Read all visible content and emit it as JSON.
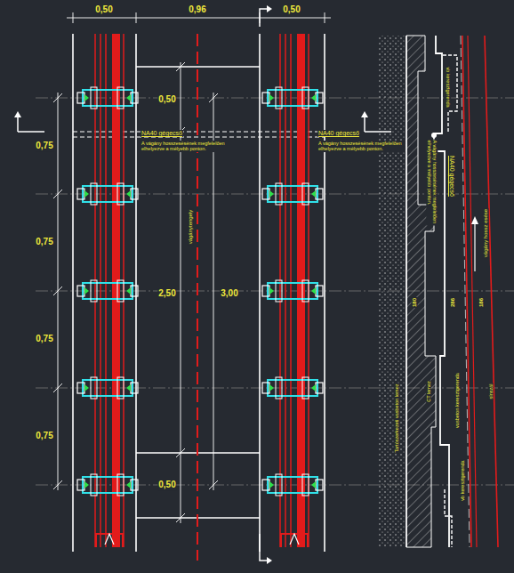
{
  "diagram": {
    "labels": [
      "0,50",
      "0,96",
      "0,50",
      "0,75",
      "0,75",
      "0,75",
      "0,75",
      "0,50",
      "2,50",
      "3,00",
      "0,50",
      "vágánytengely",
      "NA40 gégecső",
      "A vágány hosszesésének megfelelően elhelyezve a mélyebb ponton.",
      "NA40 gégecső",
      "A vágány hosszesésének megfelelően elhelyezve a mélyebb ponton.",
      "NA40 gégecső",
      "A vágány hosszesésének megfelelően elhelyezve a mélyebb ponton.",
      "vb keresztgerenda",
      "vágány hossz esése",
      "286",
      "186",
      "180",
      "vasbeton keresztgerenda",
      "vb keresztgerenda",
      "sínszál",
      "CT lemez",
      "Tartószerkezeti vasbeton lemez"
    ]
  }
}
